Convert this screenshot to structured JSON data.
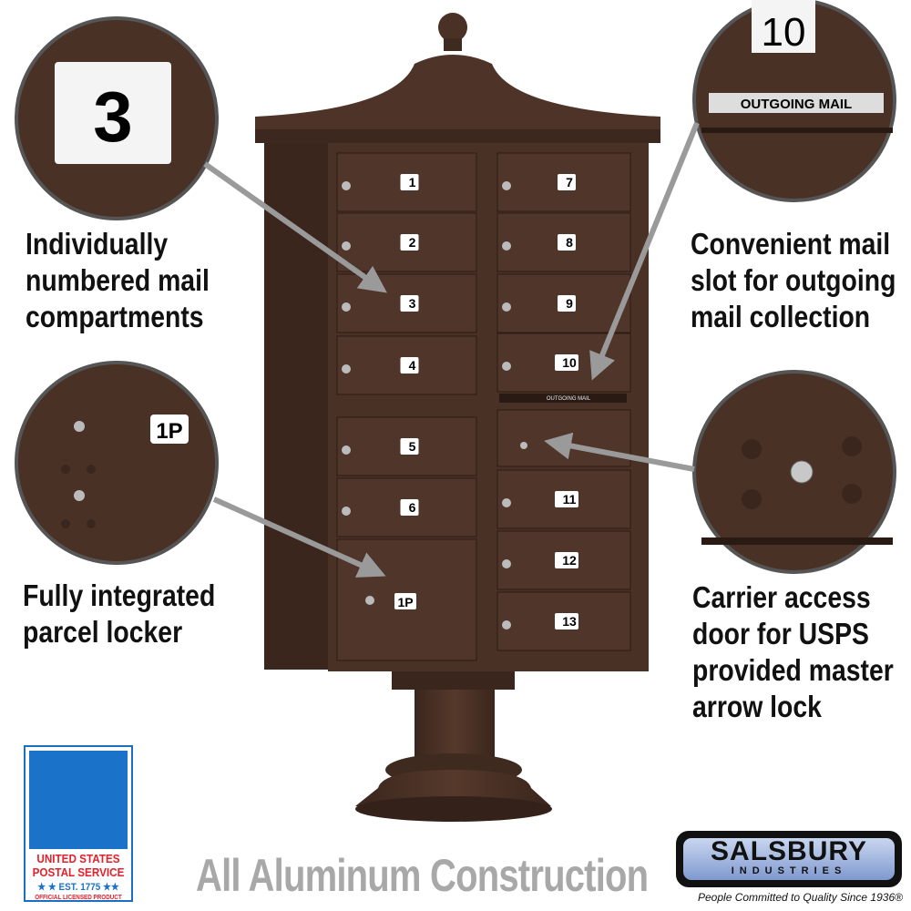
{
  "callouts": {
    "numbered": {
      "lines": [
        "Individually",
        "numbered mail",
        "compartments"
      ],
      "zoom_label": "3"
    },
    "parcel": {
      "lines": [
        "Fully integrated",
        "parcel locker"
      ],
      "zoom_label": "1P"
    },
    "outgoing": {
      "lines": [
        "Convenient mail",
        "slot for outgoing",
        "mail collection"
      ],
      "zoom_label": "10",
      "slot_label": "OUTGOING MAIL"
    },
    "carrier": {
      "lines": [
        "Carrier access",
        "door for USPS",
        "provided master",
        "arrow lock"
      ]
    }
  },
  "mailbox": {
    "left_doors": [
      "1",
      "2",
      "3",
      "4",
      "5",
      "6"
    ],
    "parcel_door": "1P",
    "right_doors_top": [
      "7",
      "8",
      "9",
      "10"
    ],
    "outgoing_slot": "OUTGOING MAIL",
    "right_doors_bottom": [
      "11",
      "12",
      "13"
    ]
  },
  "footer": {
    "headline": "All Aluminum Construction"
  },
  "usps_logo": {
    "line1": "UNITED STATES",
    "line2": "POSTAL SERVICE",
    "est": "★ ★ EST. 1775 ★★",
    "licensed": "OFFICIAL LICENSED PRODUCT"
  },
  "salsbury_logo": {
    "name": "SALSBURY",
    "sub": "INDUSTRIES",
    "tagline": "People Committed to Quality Since 1936®"
  },
  "colors": {
    "bronze": "#4a3126",
    "bronze_dark": "#33211a",
    "arrow": "#9a9a9a",
    "usps_blue": "#1a73c9",
    "usps_red": "#e2212b"
  }
}
